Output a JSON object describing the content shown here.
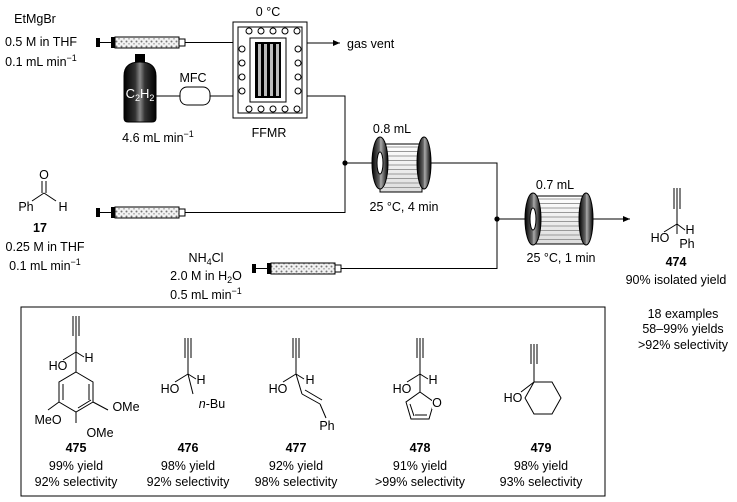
{
  "reagents": {
    "grignard": {
      "name": "EtMgBr",
      "conc": "0.5 M in THF",
      "flow": "0.1 mL min",
      "flow_exp": "−1"
    },
    "gas": {
      "formula_main": "C",
      "formula_sub1": "2",
      "formula_h": "H",
      "formula_sub2": "2",
      "controller": "MFC",
      "flow": "4.6 mL min",
      "flow_exp": "−1"
    },
    "aldehyde": {
      "ph": "Ph",
      "h": "H",
      "o": "O",
      "compound": "17",
      "conc": "0.25 M in THF",
      "flow": "0.1 mL min",
      "flow_exp": "−1"
    },
    "quench": {
      "name_main": "NH",
      "name_sub": "4",
      "name_tail": "Cl",
      "conc_main": "2.0 M in H",
      "conc_sub": "2",
      "conc_tail": "O",
      "flow": "0.5 mL min",
      "flow_exp": "−1"
    }
  },
  "reactor": {
    "temp": "0 °C",
    "name": "FFMR",
    "vent": "gas vent"
  },
  "coil1": {
    "volume": "0.8 mL",
    "conditions": "25 °C, 4 min"
  },
  "coil2": {
    "volume": "0.7 mL",
    "conditions": "25 °C, 1 min"
  },
  "product": {
    "ho": "HO",
    "h": "H",
    "ph": "Ph",
    "compound": "474",
    "yield": "90% isolated yield"
  },
  "scope_summary": {
    "examples": "18 examples",
    "yields": "58–99% yields",
    "selectivity": ">92% selectivity"
  },
  "examples": [
    {
      "compound": "475",
      "yield": "99% yield",
      "selectivity": "92% selectivity"
    },
    {
      "compound": "476",
      "yield": "98% yield",
      "selectivity": "92% selectivity"
    },
    {
      "compound": "477",
      "yield": "92% yield",
      "selectivity": "98% selectivity"
    },
    {
      "compound": "478",
      "yield": "91% yield",
      "selectivity": ">99% selectivity"
    },
    {
      "compound": "479",
      "yield": "98% yield",
      "selectivity": "93% selectivity"
    }
  ],
  "struct_labels": {
    "ho": "HO",
    "h": "H",
    "ome": "OMe",
    "meo": "MeO",
    "nbu": "n",
    "nbu_tail": "-Bu",
    "ph": "Ph",
    "o": "O"
  }
}
